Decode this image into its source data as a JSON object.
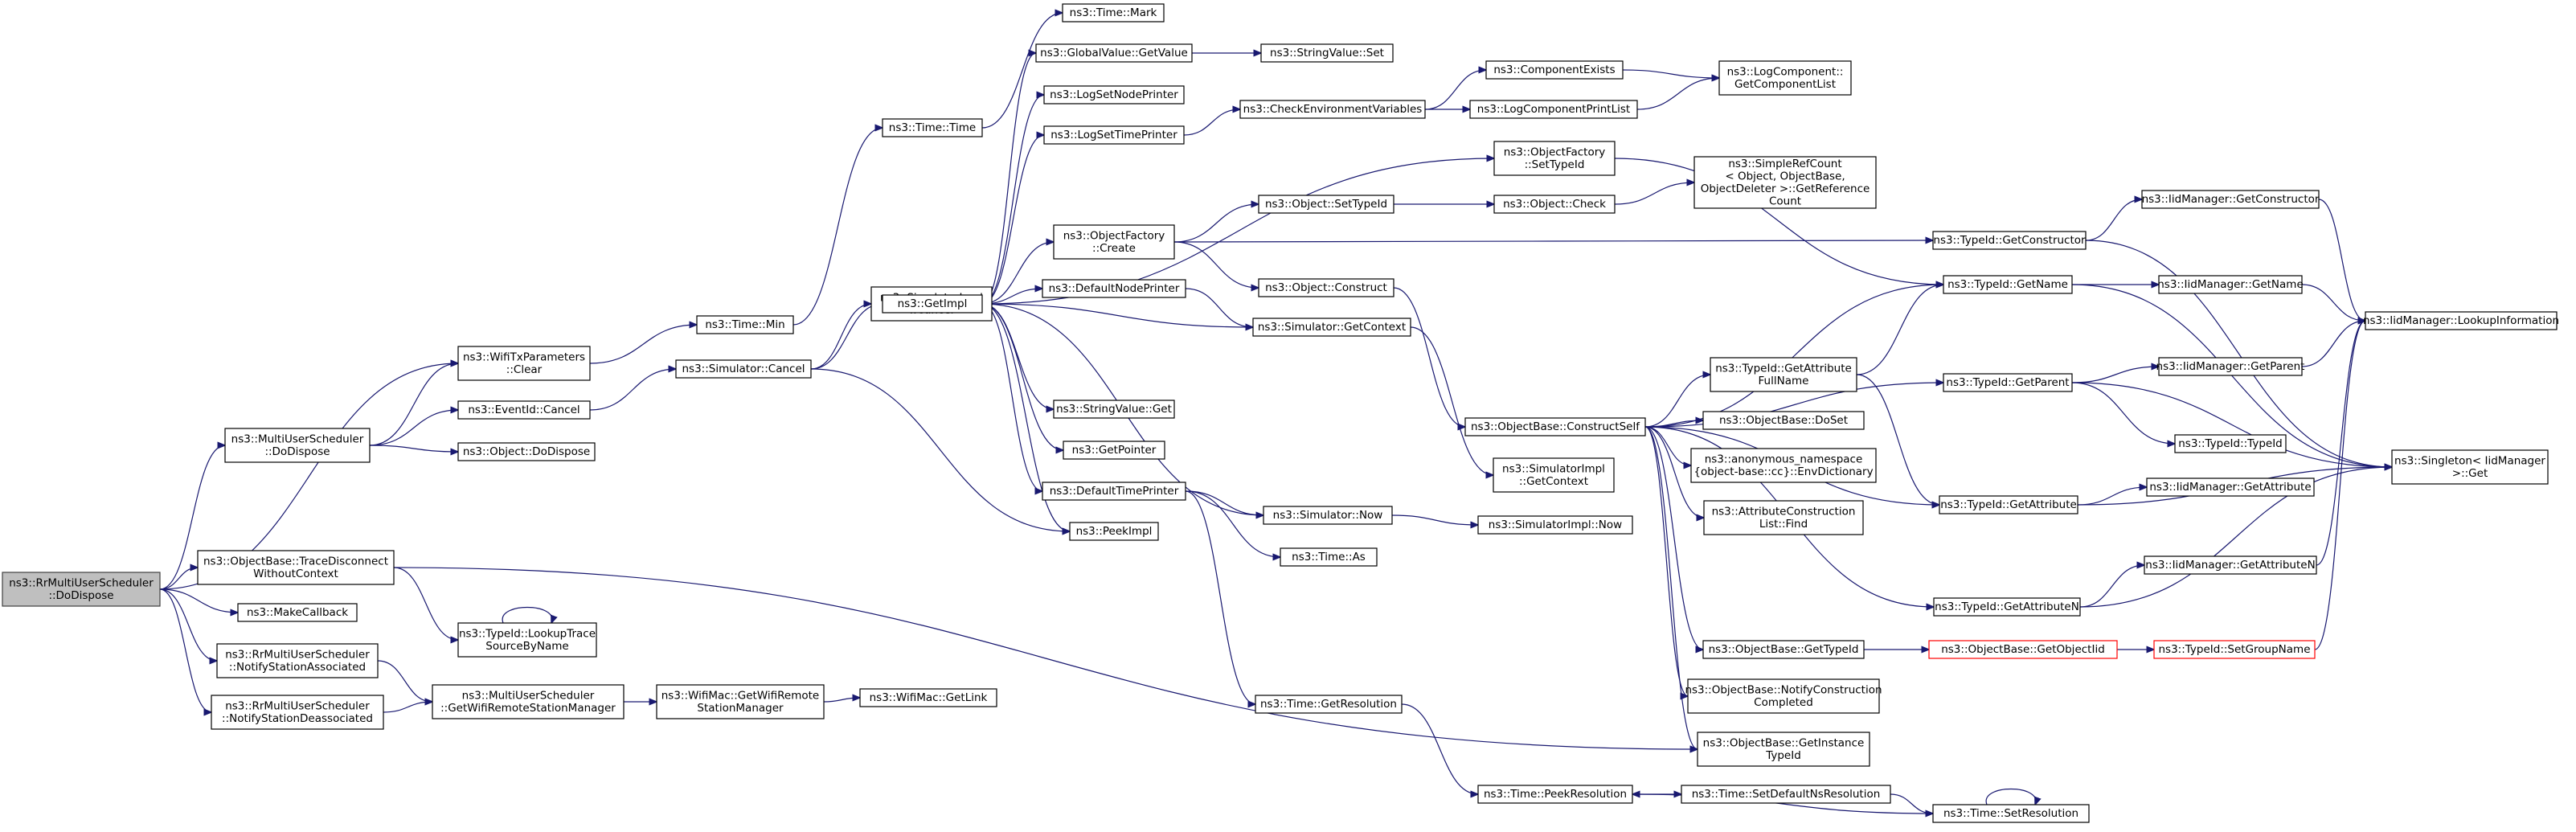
{
  "colors": {
    "edge": "#191970",
    "root_fill": "#bfbfbf",
    "highlight_border": "#ff0000",
    "node_border": "#000000"
  },
  "nodes": [
    {
      "id": "root",
      "lines": [
        "ns3::RrMultiUserScheduler",
        "::DoDispose"
      ],
      "style": "root"
    },
    {
      "id": "wifiTxClear",
      "lines": [
        "ns3::WifiTxParameters",
        "::Clear"
      ]
    },
    {
      "id": "muDoDispose",
      "lines": [
        "ns3::MultiUserScheduler",
        "::DoDispose"
      ]
    },
    {
      "id": "eventCancel",
      "lines": [
        "ns3::EventId::Cancel"
      ]
    },
    {
      "id": "objectDoDispose",
      "lines": [
        "ns3::Object::DoDispose"
      ]
    },
    {
      "id": "traceDisconnect",
      "lines": [
        "ns3::ObjectBase::TraceDisconnect",
        "WithoutContext"
      ]
    },
    {
      "id": "makeCallback",
      "lines": [
        "ns3::MakeCallback"
      ]
    },
    {
      "id": "lookupTrace",
      "lines": [
        "ns3::TypeId::LookupTrace",
        "SourceByName"
      ]
    },
    {
      "id": "notifyAssoc",
      "lines": [
        "ns3::RrMultiUserScheduler",
        "::NotifyStationAssociated"
      ]
    },
    {
      "id": "notifyDeassoc",
      "lines": [
        "ns3::RrMultiUserScheduler",
        "::NotifyStationDeassociated"
      ]
    },
    {
      "id": "getWifiRsm",
      "lines": [
        "ns3::MultiUserScheduler",
        "::GetWifiRemoteStationManager"
      ]
    },
    {
      "id": "wifiMacGetRsm",
      "lines": [
        "ns3::WifiMac::GetWifiRemote",
        "StationManager"
      ]
    },
    {
      "id": "wifiMacGetLink",
      "lines": [
        "ns3::WifiMac::GetLink"
      ]
    },
    {
      "id": "timeMin",
      "lines": [
        "ns3::Time::Min"
      ]
    },
    {
      "id": "simCancel",
      "lines": [
        "ns3::Simulator::Cancel"
      ]
    },
    {
      "id": "timeTime",
      "lines": [
        "ns3::Time::Time"
      ]
    },
    {
      "id": "timeMark",
      "lines": [
        "ns3::Time::Mark"
      ]
    },
    {
      "id": "simImplCancel",
      "lines": [
        "ns3::SimulatorImpl",
        "::Cancel"
      ]
    },
    {
      "id": "getImpl",
      "lines": [
        "ns3::GetImpl"
      ]
    },
    {
      "id": "gvGetValue",
      "lines": [
        "ns3::GlobalValue::GetValue"
      ]
    },
    {
      "id": "strValueSet",
      "lines": [
        "ns3::StringValue::Set"
      ]
    },
    {
      "id": "logSetNode",
      "lines": [
        "ns3::LogSetNodePrinter"
      ]
    },
    {
      "id": "logSetTime",
      "lines": [
        "ns3::LogSetTimePrinter"
      ]
    },
    {
      "id": "checkEnv",
      "lines": [
        "ns3::CheckEnvironmentVariables"
      ]
    },
    {
      "id": "compExists",
      "lines": [
        "ns3::ComponentExists"
      ]
    },
    {
      "id": "logCompPrint",
      "lines": [
        "ns3::LogComponentPrintList"
      ]
    },
    {
      "id": "logCompGetList",
      "lines": [
        "ns3::LogComponent::",
        "GetComponentList"
      ]
    },
    {
      "id": "ofSetTypeId",
      "lines": [
        "ns3::ObjectFactory",
        "::SetTypeId"
      ]
    },
    {
      "id": "ofCreate",
      "lines": [
        "ns3::ObjectFactory",
        "::Create"
      ]
    },
    {
      "id": "objSetTypeId",
      "lines": [
        "ns3::Object::SetTypeId"
      ]
    },
    {
      "id": "objCheck",
      "lines": [
        "ns3::Object::Check"
      ]
    },
    {
      "id": "simpleRefCount",
      "lines": [
        "ns3::SimpleRefCount",
        "< Object, ObjectBase,",
        "ObjectDeleter >::GetReference",
        "Count"
      ]
    },
    {
      "id": "defNodePrinter",
      "lines": [
        "ns3::DefaultNodePrinter"
      ]
    },
    {
      "id": "objConstruct",
      "lines": [
        "ns3::Object::Construct"
      ]
    },
    {
      "id": "simGetContext",
      "lines": [
        "ns3::Simulator::GetContext"
      ]
    },
    {
      "id": "strValueGet",
      "lines": [
        "ns3::StringValue::Get"
      ]
    },
    {
      "id": "getPointer",
      "lines": [
        "ns3::GetPointer"
      ]
    },
    {
      "id": "defTimePrinter",
      "lines": [
        "ns3::DefaultTimePrinter"
      ]
    },
    {
      "id": "peekImpl",
      "lines": [
        "ns3::PeekImpl"
      ]
    },
    {
      "id": "simNow",
      "lines": [
        "ns3::Simulator::Now"
      ]
    },
    {
      "id": "timeAs",
      "lines": [
        "ns3::Time::As"
      ]
    },
    {
      "id": "simImplGetContext",
      "lines": [
        "ns3::SimulatorImpl",
        "::GetContext"
      ]
    },
    {
      "id": "simImplNow",
      "lines": [
        "ns3::SimulatorImpl::Now"
      ]
    },
    {
      "id": "timeGetRes",
      "lines": [
        "ns3::Time::GetResolution"
      ]
    },
    {
      "id": "timePeekRes",
      "lines": [
        "ns3::Time::PeekResolution"
      ]
    },
    {
      "id": "timeSetDefRes",
      "lines": [
        "ns3::Time::SetDefaultNsResolution"
      ]
    },
    {
      "id": "timeSetRes",
      "lines": [
        "ns3::Time::SetResolution"
      ]
    },
    {
      "id": "obConstructSelf",
      "lines": [
        "ns3::ObjectBase::ConstructSelf"
      ]
    },
    {
      "id": "tidGetAttrFullName",
      "lines": [
        "ns3::TypeId::GetAttribute",
        "FullName"
      ]
    },
    {
      "id": "obDoSet",
      "lines": [
        "ns3::ObjectBase::DoSet"
      ]
    },
    {
      "id": "envDict",
      "lines": [
        "ns3::anonymous_namespace",
        "{object-base::cc}::EnvDictionary"
      ]
    },
    {
      "id": "attrConstrFind",
      "lines": [
        "ns3::AttributeConstruction",
        "List::Find"
      ]
    },
    {
      "id": "obGetTypeId",
      "lines": [
        "ns3::ObjectBase::GetTypeId"
      ]
    },
    {
      "id": "obNotifyConstr",
      "lines": [
        "ns3::ObjectBase::NotifyConstruction",
        "Completed"
      ]
    },
    {
      "id": "obGetInstTid",
      "lines": [
        "ns3::ObjectBase::GetInstance",
        "TypeId"
      ]
    },
    {
      "id": "tidGetName",
      "lines": [
        "ns3::TypeId::GetName"
      ]
    },
    {
      "id": "tidGetConstructor",
      "lines": [
        "ns3::TypeId::GetConstructor"
      ]
    },
    {
      "id": "tidGetParent",
      "lines": [
        "ns3::TypeId::GetParent"
      ]
    },
    {
      "id": "tidGetAttribute",
      "lines": [
        "ns3::TypeId::GetAttribute"
      ]
    },
    {
      "id": "tidGetAttributeN",
      "lines": [
        "ns3::TypeId::GetAttributeN"
      ]
    },
    {
      "id": "obGetObjectTid",
      "lines": [
        "ns3::ObjectBase::GetObjectIid"
      ],
      "style": "red"
    },
    {
      "id": "tidSetGroupName",
      "lines": [
        "ns3::TypeId::SetGroupName"
      ],
      "style": "red"
    },
    {
      "id": "iidGetConstructor",
      "lines": [
        "ns3::IidManager::GetConstructor"
      ]
    },
    {
      "id": "iidGetName",
      "lines": [
        "ns3::IidManager::GetName"
      ]
    },
    {
      "id": "iidGetParent",
      "lines": [
        "ns3::IidManager::GetParent"
      ]
    },
    {
      "id": "tidTypeId",
      "lines": [
        "ns3::TypeId::TypeId"
      ]
    },
    {
      "id": "iidGetAttribute",
      "lines": [
        "ns3::IidManager::GetAttribute"
      ]
    },
    {
      "id": "iidGetAttributeN",
      "lines": [
        "ns3::IidManager::GetAttributeN"
      ]
    },
    {
      "id": "iidLookupInfo",
      "lines": [
        "ns3::IidManager::LookupInformation"
      ]
    },
    {
      "id": "singletonGet",
      "lines": [
        "ns3::Singleton< IidManager",
        ">::Get"
      ]
    }
  ],
  "edges": [
    [
      "root",
      "wifiTxClear"
    ],
    [
      "root",
      "muDoDispose"
    ],
    [
      "root",
      "traceDisconnect"
    ],
    [
      "root",
      "makeCallback"
    ],
    [
      "root",
      "notifyAssoc"
    ],
    [
      "root",
      "notifyDeassoc"
    ],
    [
      "wifiTxClear",
      "timeMin"
    ],
    [
      "muDoDispose",
      "wifiTxClear"
    ],
    [
      "muDoDispose",
      "eventCancel"
    ],
    [
      "muDoDispose",
      "objectDoDispose"
    ],
    [
      "eventCancel",
      "simCancel"
    ],
    [
      "traceDisconnect",
      "lookupTrace"
    ],
    [
      "traceDisconnect",
      "obGetInstTid"
    ],
    [
      "lookupTrace",
      "lookupTrace"
    ],
    [
      "notifyAssoc",
      "getWifiRsm"
    ],
    [
      "notifyDeassoc",
      "getWifiRsm"
    ],
    [
      "getWifiRsm",
      "wifiMacGetRsm"
    ],
    [
      "wifiMacGetRsm",
      "wifiMacGetLink"
    ],
    [
      "timeMin",
      "timeTime"
    ],
    [
      "timeTime",
      "timeMark"
    ],
    [
      "simCancel",
      "simImplCancel"
    ],
    [
      "simCancel",
      "getImpl"
    ],
    [
      "simCancel",
      "peekImpl"
    ],
    [
      "getImpl",
      "gvGetValue"
    ],
    [
      "getImpl",
      "logSetNode"
    ],
    [
      "getImpl",
      "logSetTime"
    ],
    [
      "getImpl",
      "ofSetTypeId"
    ],
    [
      "getImpl",
      "ofCreate"
    ],
    [
      "getImpl",
      "defNodePrinter"
    ],
    [
      "getImpl",
      "strValueGet"
    ],
    [
      "getImpl",
      "getPointer"
    ],
    [
      "getImpl",
      "defTimePrinter"
    ],
    [
      "getImpl",
      "peekImpl"
    ],
    [
      "gvGetValue",
      "strValueSet"
    ],
    [
      "logSetTime",
      "checkEnv"
    ],
    [
      "checkEnv",
      "compExists"
    ],
    [
      "checkEnv",
      "logCompPrint"
    ],
    [
      "compExists",
      "logCompGetList"
    ],
    [
      "logCompPrint",
      "logCompGetList"
    ],
    [
      "ofSetTypeId",
      "tidGetName"
    ],
    [
      "ofCreate",
      "objSetTypeId"
    ],
    [
      "ofCreate",
      "objConstruct"
    ],
    [
      "ofCreate",
      "tidGetConstructor"
    ],
    [
      "objSetTypeId",
      "objCheck"
    ],
    [
      "objCheck",
      "simpleRefCount"
    ],
    [
      "defNodePrinter",
      "simGetContext"
    ],
    [
      "simGetContext",
      "getImpl"
    ],
    [
      "simGetContext",
      "simImplGetContext"
    ],
    [
      "objConstruct",
      "obConstructSelf"
    ],
    [
      "defTimePrinter",
      "simNow"
    ],
    [
      "defTimePrinter",
      "timeAs"
    ],
    [
      "defTimePrinter",
      "timeGetRes"
    ],
    [
      "simNow",
      "getImpl"
    ],
    [
      "simNow",
      "simImplNow"
    ],
    [
      "timeGetRes",
      "timePeekRes"
    ],
    [
      "timePeekRes",
      "timeSetDefRes"
    ],
    [
      "timeSetDefRes",
      "timeSetRes"
    ],
    [
      "timeSetRes",
      "timePeekRes"
    ],
    [
      "timeSetRes",
      "timeSetRes"
    ],
    [
      "obConstructSelf",
      "tidGetName"
    ],
    [
      "obConstructSelf",
      "tidGetAttrFullName"
    ],
    [
      "obConstructSelf",
      "tidGetParent"
    ],
    [
      "obConstructSelf",
      "obDoSet"
    ],
    [
      "obConstructSelf",
      "envDict"
    ],
    [
      "obConstructSelf",
      "attrConstrFind"
    ],
    [
      "obConstructSelf",
      "tidGetAttribute"
    ],
    [
      "obConstructSelf",
      "tidGetAttributeN"
    ],
    [
      "obConstructSelf",
      "obGetTypeId"
    ],
    [
      "obConstructSelf",
      "obNotifyConstr"
    ],
    [
      "obConstructSelf",
      "obGetInstTid"
    ],
    [
      "tidGetAttrFullName",
      "tidGetName"
    ],
    [
      "tidGetAttrFullName",
      "tidGetAttribute"
    ],
    [
      "obGetTypeId",
      "obGetObjectTid"
    ],
    [
      "obGetObjectTid",
      "tidSetGroupName"
    ],
    [
      "tidGetName",
      "iidGetName"
    ],
    [
      "tidGetName",
      "singletonGet"
    ],
    [
      "tidGetConstructor",
      "iidGetConstructor"
    ],
    [
      "tidGetConstructor",
      "singletonGet"
    ],
    [
      "tidGetParent",
      "iidGetParent"
    ],
    [
      "tidGetParent",
      "tidTypeId"
    ],
    [
      "tidGetParent",
      "singletonGet"
    ],
    [
      "tidGetAttribute",
      "iidGetAttribute"
    ],
    [
      "tidGetAttribute",
      "singletonGet"
    ],
    [
      "tidGetAttributeN",
      "iidGetAttributeN"
    ],
    [
      "tidGetAttributeN",
      "singletonGet"
    ],
    [
      "tidSetGroupName",
      "iidLookupInfo"
    ],
    [
      "iidGetConstructor",
      "iidLookupInfo"
    ],
    [
      "iidGetName",
      "iidLookupInfo"
    ],
    [
      "iidGetParent",
      "iidLookupInfo"
    ],
    [
      "iidGetAttributeN",
      "iidLookupInfo"
    ]
  ]
}
